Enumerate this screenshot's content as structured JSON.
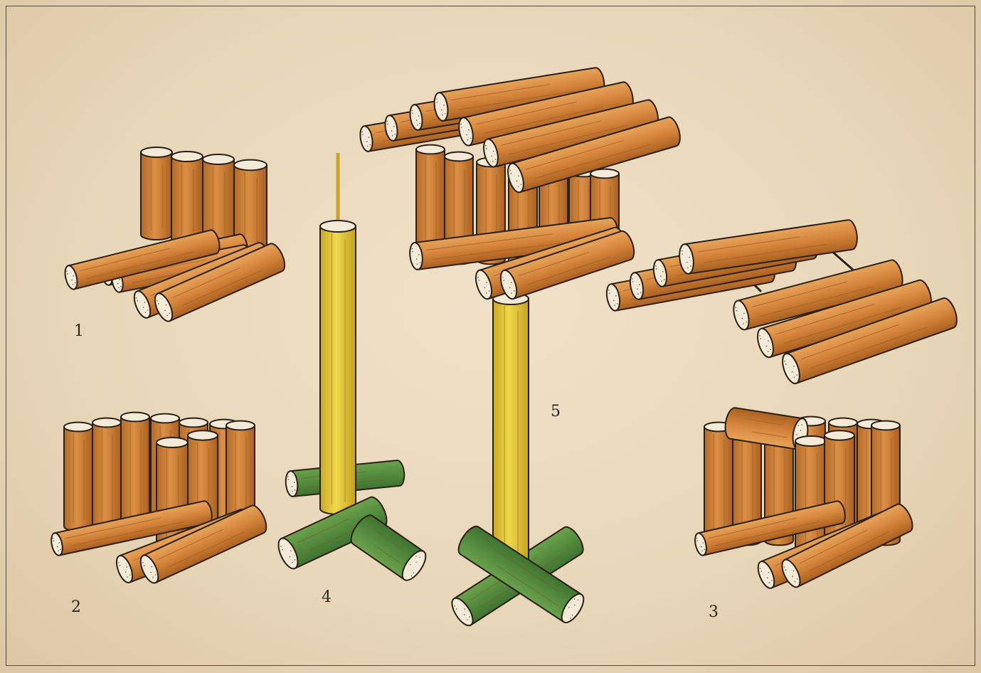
{
  "labels": {
    "step1": "1",
    "step2": "2",
    "step3": "3",
    "step4": "4",
    "step5": "5"
  },
  "colors": {
    "paper": "#e9d9bf",
    "wood": "#d9893f",
    "wood_dark": "#a65e22",
    "end_grain": "#f3ead8",
    "post_yellow": "#e6c936",
    "base_green": "#4f8a3a",
    "outline": "#2b2018"
  }
}
